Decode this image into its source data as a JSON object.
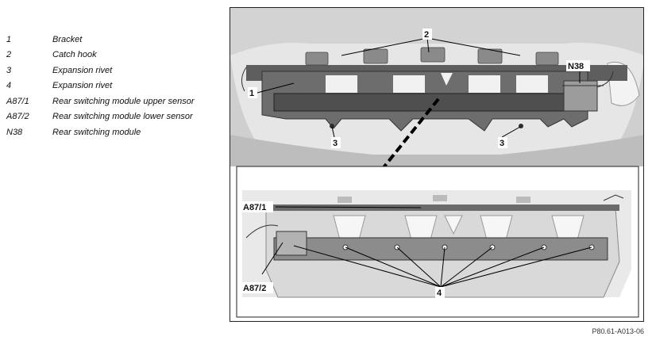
{
  "legend": [
    {
      "key": "1",
      "label": "Bracket"
    },
    {
      "key": "2",
      "label": "Catch hook"
    },
    {
      "key": "3",
      "label": "Expansion rivet"
    },
    {
      "key": "4",
      "label": "Expansion rivet"
    },
    {
      "key": "A87/1",
      "label": "Rear switching module upper sensor"
    },
    {
      "key": "A87/2",
      "label": "Rear switching module lower sensor"
    },
    {
      "key": "N38",
      "label": "Rear switching module"
    }
  ],
  "callouts": {
    "c1": "1",
    "c2": "2",
    "c3a": "3",
    "c3b": "3",
    "c4": "4",
    "n38": "N38",
    "a87_1": "A87/1",
    "a87_2": "A87/2"
  },
  "document_code": "P80.61-A013-06"
}
